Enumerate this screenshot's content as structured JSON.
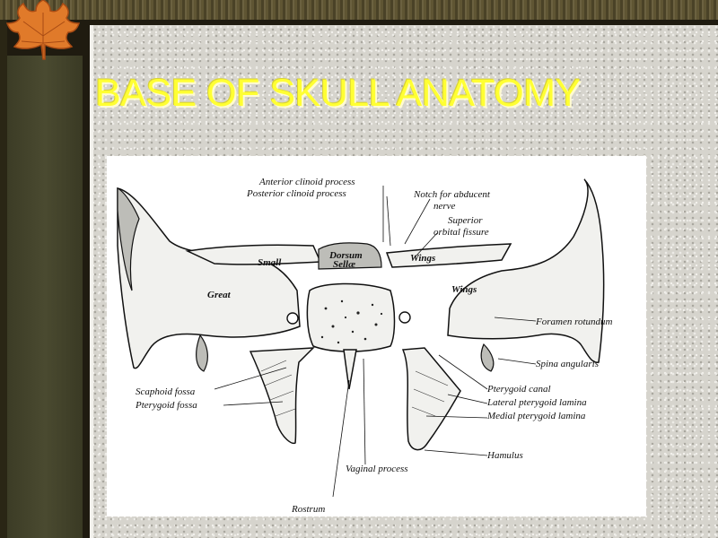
{
  "slide": {
    "title": "BASE OF SKULL ANATOMY"
  },
  "figure": {
    "labels": {
      "anterior_clinoid": "Anterior clinoid process",
      "posterior_clinoid": "Posterior clinoid process",
      "notch_abducent_1": "Notch for abducent",
      "notch_abducent_2": "nerve",
      "superior_orbital_1": "Superior",
      "superior_orbital_2": "orbital fissure",
      "small": "Small",
      "dorsum_1": "Dorsum",
      "dorsum_2": "Sellæ",
      "wings_small": "Wings",
      "great": "Great",
      "wings_great": "Wings",
      "foramen_rotundum": "Foramen rotundum",
      "spina_angularis": "Spina angularis",
      "scaphoid_fossa": "Scaphoid fossa",
      "pterygoid_fossa": "Pterygoid fossa",
      "pterygoid_canal": "Pterygoid canal",
      "lateral_pterygoid": "Lateral pterygoid lamina",
      "medial_pterygoid": "Medial pterygoid lamina",
      "hamulus": "Hamulus",
      "vaginal_process": "Vaginal process",
      "rostrum": "Rostrum"
    }
  },
  "colors": {
    "title": "#ffff33",
    "panel": "#d6d4cd",
    "leaf": "#e07a2a"
  },
  "icons": {
    "leaf": "maple-leaf-icon"
  }
}
